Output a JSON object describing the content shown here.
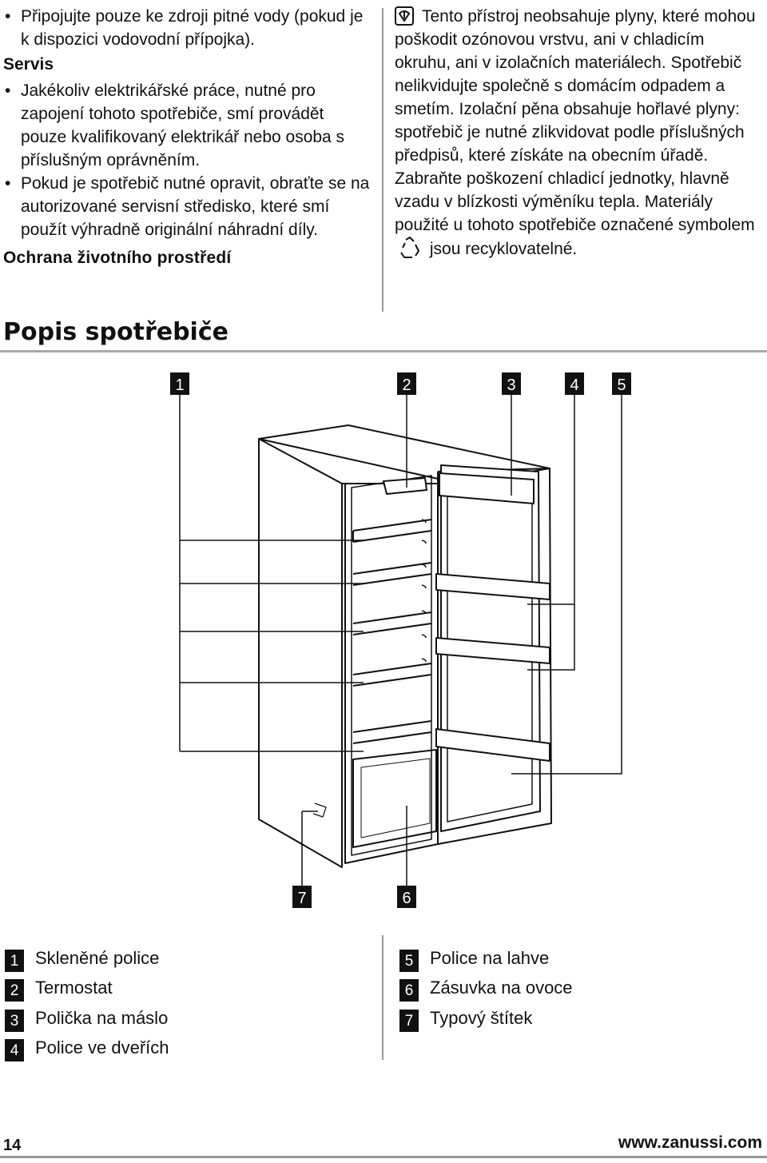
{
  "left_column": {
    "intro_bullet": "Připojujte pouze ke zdroji pitné vody (pokud je k dispozici vodovodní přípojka).",
    "service_heading": "Servis",
    "service_bullets": [
      "Jakékoliv elektrikářské práce, nutné pro zapojení tohoto spotřebiče, smí provádět pouze kvalifikovaný elektrikář nebo osoba s příslušným oprávněním.",
      "Pokud je spotřebič nutné opravit, obraťte se na autorizované servisní středisko, které smí použít výhradně originální náhradní díly."
    ],
    "environment_heading": "Ochrana životního prostředí"
  },
  "right_column": {
    "environment_text_1": "Tento přístroj neobsahuje plyny, které mohou poškodit ozónovou vrstvu, ani v chladicím okruhu, ani v izolačních materiálech. Spotřebič nelikvidujte společně s domácím odpadem a smetím. Izolační pěna obsahuje hořlavé plyny: spotřebič je nutné zlikvidovat podle příslušných předpisů, které získáte na obecním úřadě. Zabraňte poškození chladicí jednotky, hlavně vzadu v blízkosti výměníku tepla. Materiály použité u tohoto spotřebiče označené symbolem",
    "environment_text_2": "jsou recyklovatelné.",
    "no_gas_icon": "no-cfc-icon",
    "recycle_icon": "recycle-icon"
  },
  "section_title": "Popis spotřebiče",
  "diagram_callouts": [
    "1",
    "2",
    "3",
    "4",
    "5",
    "6",
    "7"
  ],
  "legend": [
    {
      "num": "1",
      "label": "Skleněné police"
    },
    {
      "num": "2",
      "label": "Termostat"
    },
    {
      "num": "3",
      "label": "Polička na máslo"
    },
    {
      "num": "4",
      "label": "Police ve dveřích"
    },
    {
      "num": "5",
      "label": "Police na lahve"
    },
    {
      "num": "6",
      "label": "Zásuvka na ovoce"
    },
    {
      "num": "7",
      "label": "Typový štítek"
    }
  ],
  "footer": {
    "page_number": "14",
    "url": "www.zanussi.com"
  }
}
